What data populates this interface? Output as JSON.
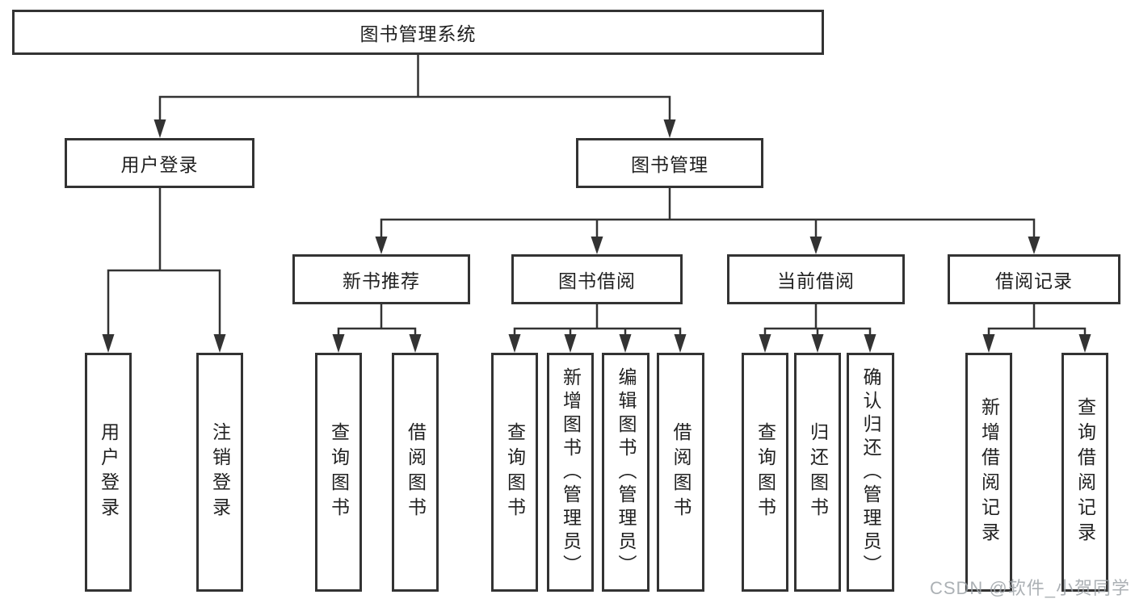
{
  "diagram": {
    "type": "tree",
    "root": {
      "label": "图书管理系统",
      "children": [
        {
          "label": "用户登录",
          "children": [
            {
              "label": "用户登录"
            },
            {
              "label": "注销登录"
            }
          ]
        },
        {
          "label": "图书管理",
          "children": [
            {
              "label": "新书推荐",
              "children": [
                {
                  "label": "查询图书"
                },
                {
                  "label": "借阅图书"
                }
              ]
            },
            {
              "label": "图书借阅",
              "children": [
                {
                  "label": "查询图书"
                },
                {
                  "label": "新增图书（管理员）"
                },
                {
                  "label": "编辑图书（管理员）"
                },
                {
                  "label": "借阅图书"
                }
              ]
            },
            {
              "label": "当前借阅",
              "children": [
                {
                  "label": "查询图书"
                },
                {
                  "label": "归还图书"
                },
                {
                  "label": "确认归还（管理员）"
                }
              ]
            },
            {
              "label": "借阅记录",
              "children": [
                {
                  "label": "新增借阅记录"
                },
                {
                  "label": "查询借阅记录"
                }
              ]
            }
          ]
        }
      ]
    },
    "watermark": "CSDN @软件_小贺同学",
    "colors": {
      "line": "#333333",
      "border": "#333333",
      "text": "#212121",
      "background": "#ffffff",
      "watermark": "#9ea3a8"
    }
  }
}
